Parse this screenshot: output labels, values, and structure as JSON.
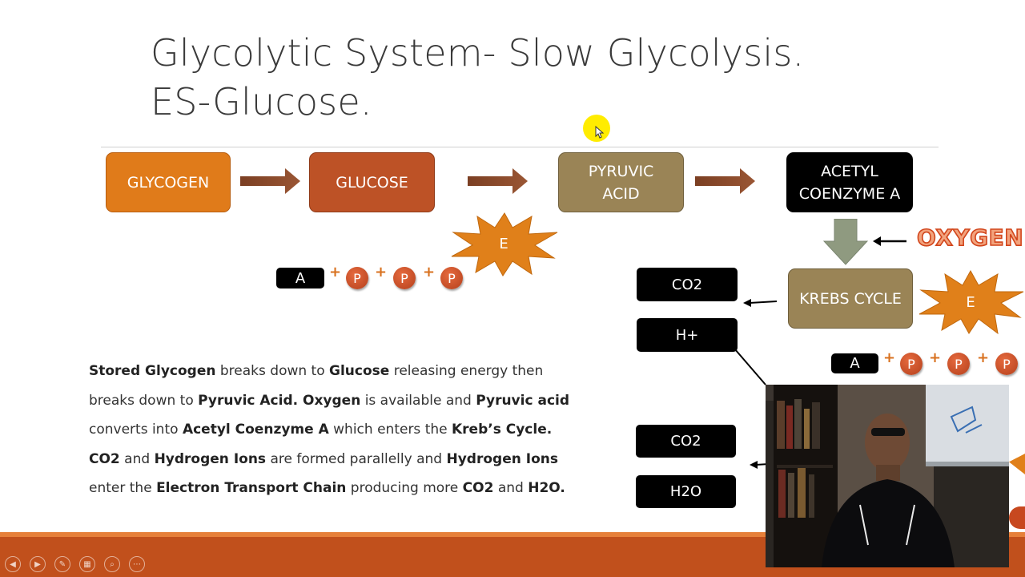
{
  "slide": {
    "title_line1": "Glycolytic System- Slow Glycolysis.",
    "title_line2": "ES-Glucose."
  },
  "flow": {
    "glycogen": "GLYCOGEN",
    "glucose": "GLUCOSE",
    "pyruvic_line1": "PYRUVIC",
    "pyruvic_line2": "ACID",
    "acetyl_line1": "ACETYL",
    "acetyl_line2": "COENZYME A",
    "krebs": "KREBS CYCLE",
    "oxygen": "OXYGEN",
    "energy": "E",
    "co2_top": "CO2",
    "h_plus": "H+",
    "co2_bottom": "CO2",
    "h2o": "H2O"
  },
  "atp_left": {
    "a": "A",
    "p1": "P",
    "p2": "P",
    "p3": "P"
  },
  "atp_right": {
    "a": "A",
    "p1": "P",
    "p2": "P",
    "p3": "P"
  },
  "description": {
    "s1": "Stored Glycogen",
    "s2": " breaks down to ",
    "s3": "Glucose",
    "s4": " releasing energy then breaks down to ",
    "s5": "Pyruvic Acid. Oxygen",
    "s6": " is available and ",
    "s7": "Pyruvic acid",
    "s8": " converts into ",
    "s9": "Acetyl Coenzyme A",
    "s10": " which enters the ",
    "s11": "Kreb’s Cycle.",
    "s12": "CO2",
    "s13": " and ",
    "s14": "Hydrogen Ions",
    "s15": " are formed parallelly and ",
    "s16": "Hydrogen Ions",
    "s17": " enter the ",
    "s18": "Electron Transport Chain",
    "s19": " producing more ",
    "s20": "CO2",
    "s21": " and ",
    "s22": "H2O."
  },
  "colors": {
    "glycogen": "#e07b1a",
    "glucose": "#bd5226",
    "pyruvic": "#9a8456",
    "acetyl": "#000000",
    "krebs": "#9a8456",
    "flow_arrow": "#8a4a2a",
    "down_arrow": "#8f9a80",
    "burst": "#e0801a",
    "bar": "#c1501c"
  },
  "icons": [
    "laser-pointer-icon",
    "previous-icon",
    "next-icon",
    "pen-icon",
    "slides-icon",
    "zoom-icon",
    "more-icon"
  ]
}
